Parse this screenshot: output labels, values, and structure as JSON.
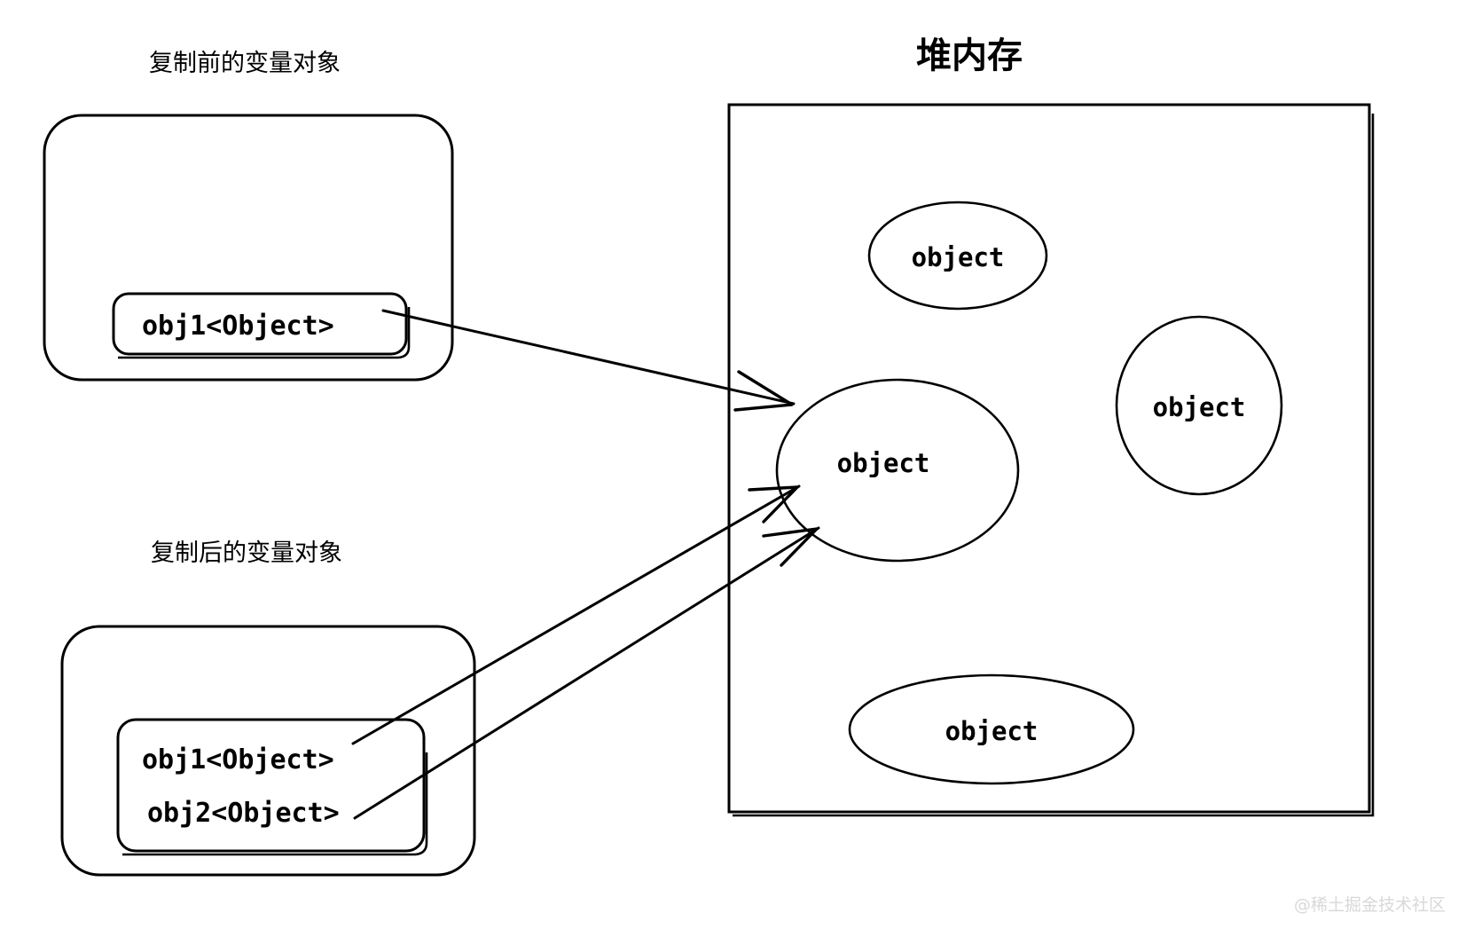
{
  "diagram": {
    "background_color": "#ffffff",
    "stroke_color": "#000000",
    "watermark_color": "#d8d8d8",
    "watermark": "@稀土掘金技术社区",
    "left_panel": {
      "before": {
        "caption": "复制前的变量对象",
        "variables": [
          "obj1<Object>"
        ]
      },
      "after": {
        "caption": "复制后的变量对象",
        "variables": [
          "obj1<Object>",
          "obj2<Object>"
        ]
      }
    },
    "heap": {
      "title": "堆内存",
      "objects": [
        {
          "label": "object",
          "position": "top"
        },
        {
          "label": "object",
          "position": "center"
        },
        {
          "label": "object",
          "position": "right"
        },
        {
          "label": "object",
          "position": "bottom"
        }
      ]
    },
    "arrows": [
      {
        "from": "before.obj1<Object>",
        "to": "heap.center-object"
      },
      {
        "from": "after.obj1<Object>",
        "to": "heap.center-object"
      },
      {
        "from": "after.obj2<Object>",
        "to": "heap.center-object"
      }
    ]
  }
}
